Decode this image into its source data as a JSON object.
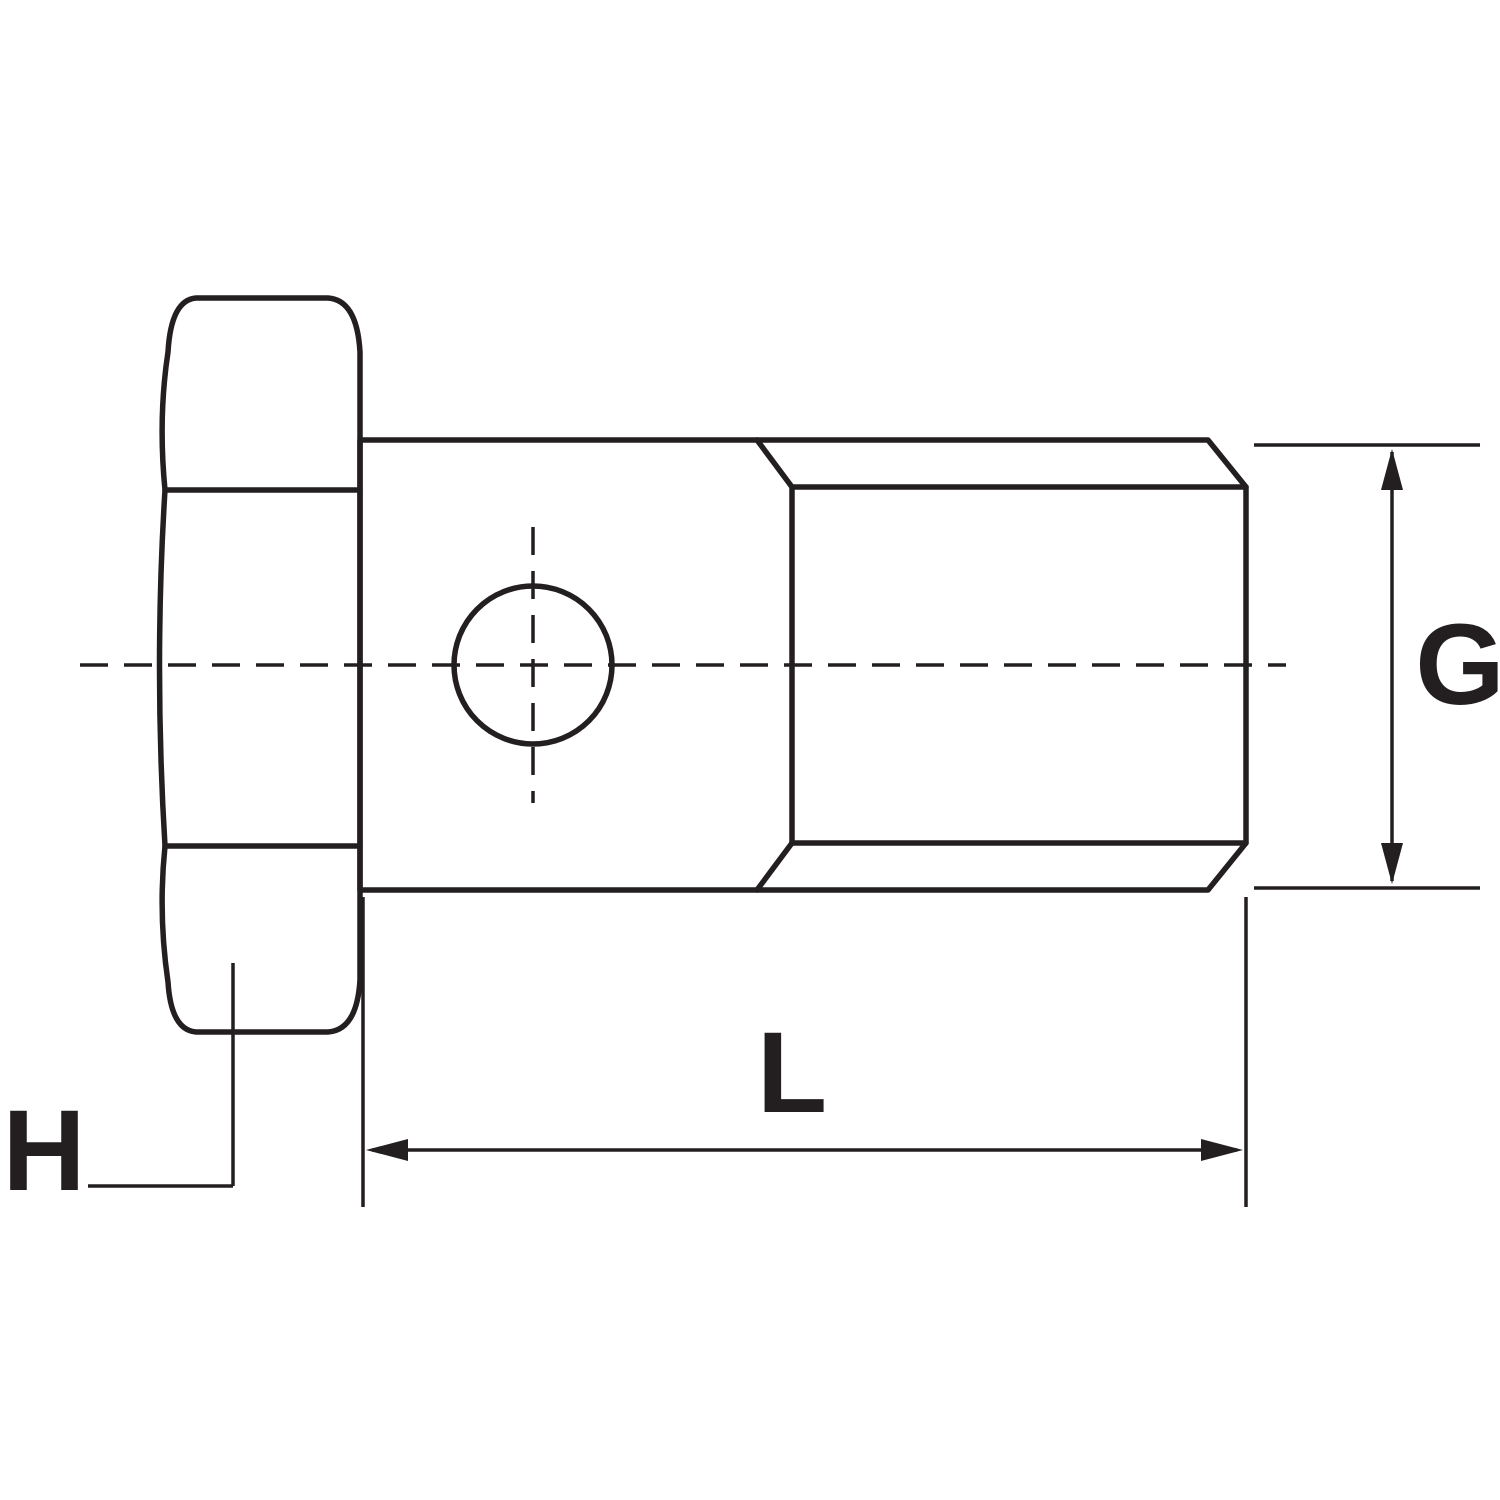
{
  "diagram": {
    "labels": {
      "diameter": "G",
      "length": "L",
      "head": "H"
    },
    "colors": {
      "line": "#231f20",
      "background": "#ffffff"
    }
  }
}
